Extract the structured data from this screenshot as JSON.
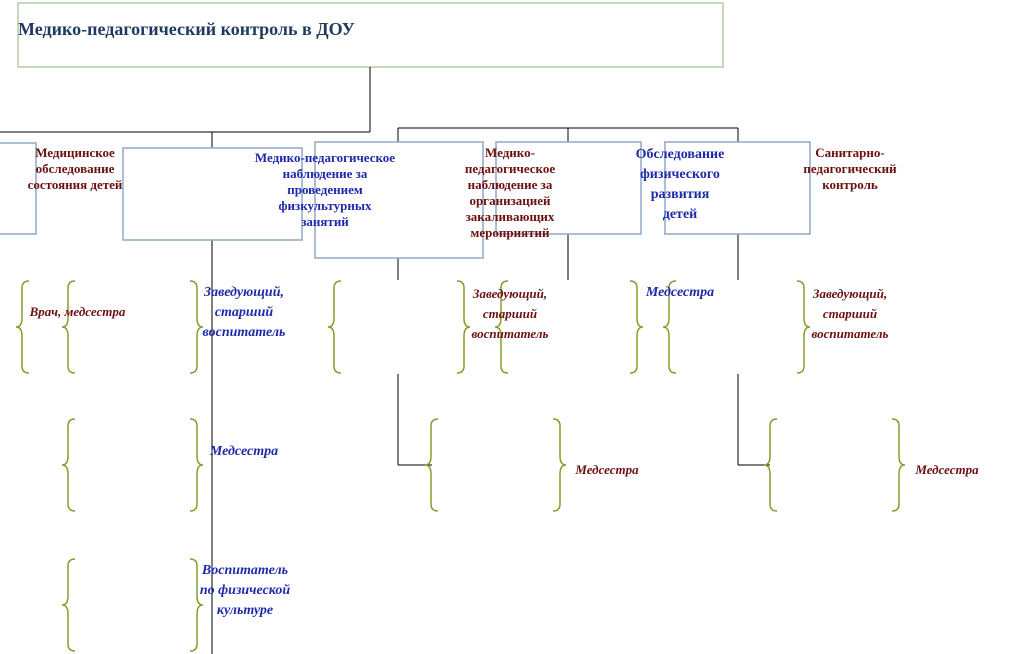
{
  "title": "Медико-педагогический контроль в ДОУ",
  "columns": [
    {
      "heading": "Медицинское\nобследование\nсостояния детей"
    },
    {
      "heading": "Медико-педагогическое\nнаблюдение за\nпроведением\nфизкультурных\nзанятий"
    },
    {
      "heading": "Медико-\nпедагогическое\nнаблюдение за\nорганизацией\nзакаливающих\nмероприятий"
    },
    {
      "heading": "Обследование\nфизического\nразвития\nдетей"
    },
    {
      "heading": "Санитарно-\nпедагогический\nконтроль"
    }
  ],
  "roles": {
    "col1": "Врач, медсестра",
    "col2_a": "Заведующий,\nстарший\nвоспитатель",
    "col2_b": "Медсестра",
    "col2_c": "Воспитатель\nпо физической\nкультуре",
    "col3_a": "Заведующий,\nстарший\nвоспитатель",
    "col3_b": "Медсестра",
    "col4": "Медсестра",
    "col5_a": "Заведующий,\nстарший\nвоспитатель",
    "col5_b": "Медсестра"
  },
  "colors": {
    "box_border": "#c8d8c0",
    "column_box_border": "#8fa8c8",
    "connector": "#000000",
    "brace": "#8a9a2a",
    "dark_text": "#6b0f0f",
    "blue_text": "#1e2aa8",
    "title_text": "#1f3a5f"
  }
}
